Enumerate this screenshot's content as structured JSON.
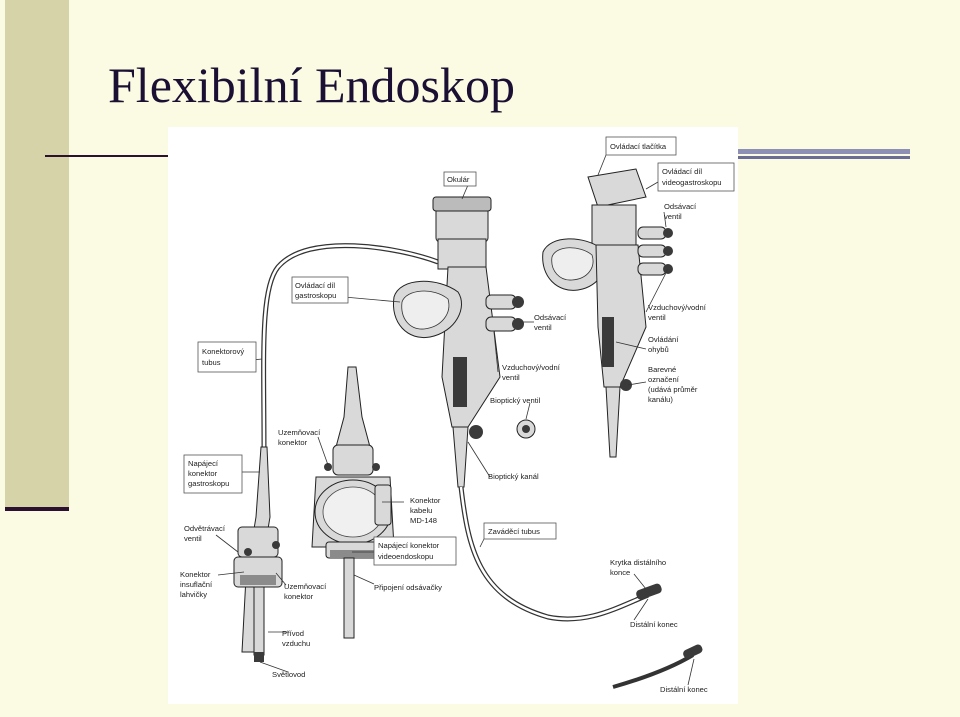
{
  "slide": {
    "title": "Flexibilní Endoskop"
  },
  "diagram": {
    "labels": {
      "ovladaci_tlacitka": "Ovládací tlačítka",
      "ovladaci_dil_video_1": "Ovládací díl",
      "ovladaci_dil_video_2": "videogastroskopu",
      "okular": "Okulár",
      "odsavaci_ventil_right_1": "Odsávací",
      "odsavaci_ventil_right_2": "ventil",
      "ovladaci_dil_gastro_1": "Ovládací díl",
      "ovladaci_dil_gastro_2": "gastroskopu",
      "konektorovy_tubus_1": "Konektorový",
      "konektorovy_tubus_2": "tubus",
      "odsavaci_ventil_mid_1": "Odsávací",
      "odsavaci_ventil_mid_2": "ventil",
      "vzduch_vodni_right_1": "Vzduchový/vodní",
      "vzduch_vodni_right_2": "ventil",
      "ovladani_ohybu_1": "Ovládání",
      "ovladani_ohybu_2": "ohybů",
      "barevne_1": "Barevné",
      "barevne_2": "označení",
      "barevne_3": "(udává průměr",
      "barevne_4": "kanálu)",
      "vzduch_vodni_mid_1": "Vzduchový/vodní",
      "vzduch_vodni_mid_2": "ventil",
      "bioptic_ventil": "Bioptický ventil",
      "uzemnovaci_konektor_top_1": "Uzemňovací",
      "uzemnovaci_konektor_top_2": "konektor",
      "napajeci_konektor_gastro_1": "Napájecí",
      "napajeci_konektor_gastro_2": "konektor",
      "napajeci_konektor_gastro_3": "gastroskopu",
      "bioptic_kanal": "Bioptický kanál",
      "konektor_kabelu_1": "Konektor",
      "konektor_kabelu_2": "kabelu",
      "konektor_kabelu_3": "MD-148",
      "odvetravaci_ventil_1": "Odvětrávací",
      "odvetravaci_ventil_2": "ventil",
      "zavadeci_tubus": "Zaváděcí tubus",
      "napajeci_konektor_video_1": "Napájecí konektor",
      "napajeci_konektor_video_2": "videoendoskopu",
      "krytka_1": "Krytka distálního",
      "krytka_2": "konce",
      "konektor_insuflacni_1": "Konektor",
      "konektor_insuflacni_2": "insuflační",
      "konektor_insuflacni_3": "lahvičky",
      "uzemnovaci_konektor_bot_1": "Uzemňovací",
      "uzemnovaci_konektor_bot_2": "konektor",
      "pripojeni_odsavacky": "Připojení odsávačky",
      "distalni_konec_1": "Distální konec",
      "privod_vzduchu_1": "Přívod",
      "privod_vzduchu_2": "vzduchu",
      "svetlovod": "Světlovod",
      "distalni_konec_2": "Distální konec"
    }
  }
}
